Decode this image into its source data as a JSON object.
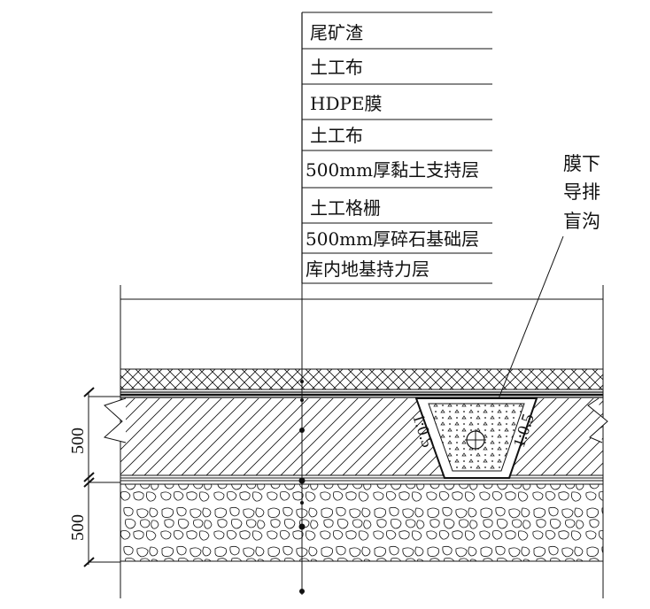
{
  "layers": [
    "尾矿渣",
    "土工布",
    "HDPE膜",
    "土工布",
    "500mm厚黏土支持层",
    "土工格栅",
    "500mm厚碎石基础层",
    "库内地基持力层"
  ],
  "drain_label": [
    "膜下",
    "导排",
    "盲沟"
  ],
  "slope_left": "1:0.5",
  "slope_right": "1:0.5",
  "dim_upper": "500",
  "dim_lower": "500",
  "colors": {
    "line": "#111111",
    "background": "#ffffff"
  }
}
